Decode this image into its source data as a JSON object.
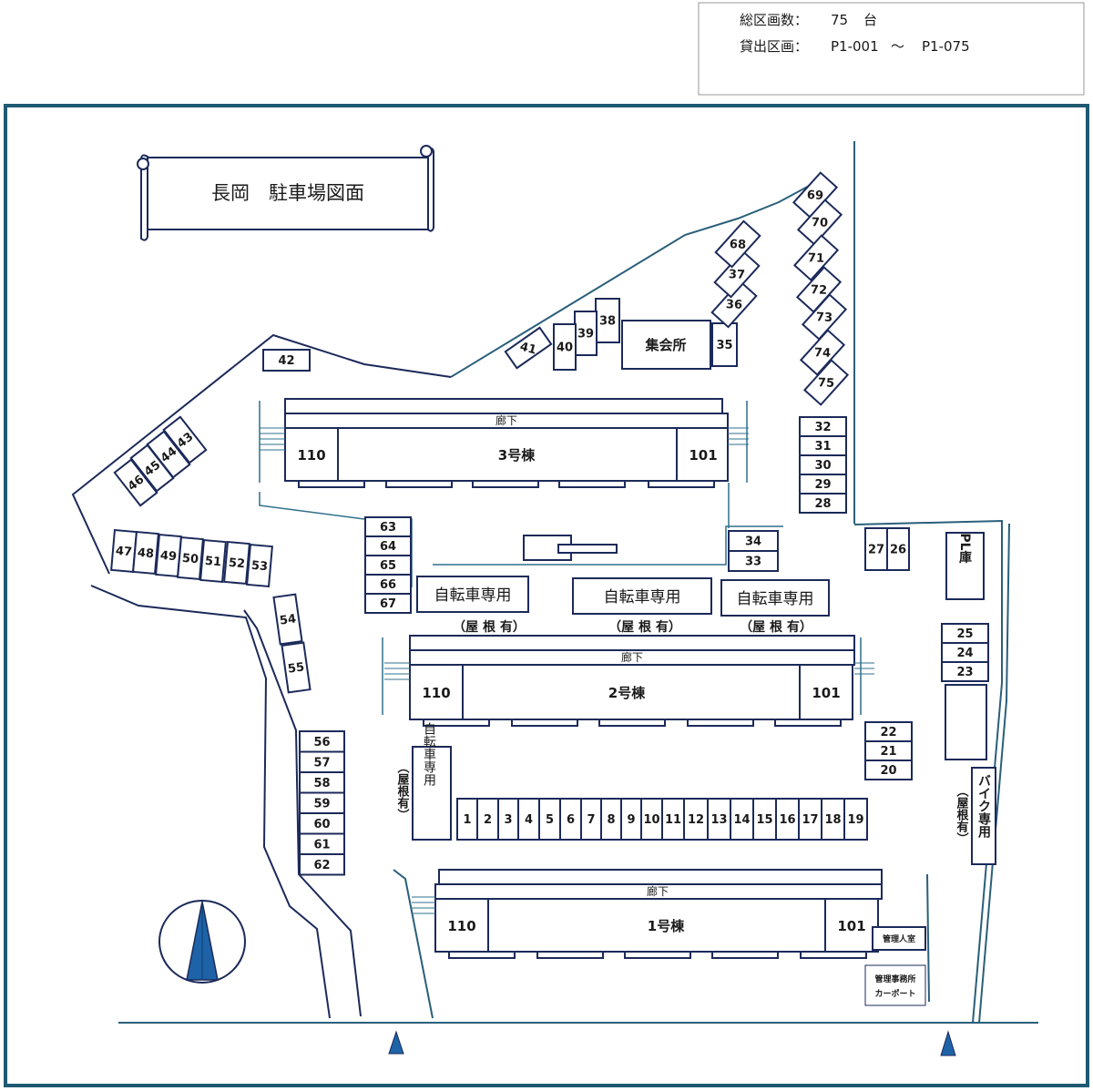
{
  "summary": {
    "total_label": "総区画数：",
    "total_value": "75",
    "total_unit": "台",
    "range_label": "貸出区画：",
    "range_start": "P1-001",
    "range_sep": "～",
    "range_end": "P1-075"
  },
  "title": "長岡　駐車場図面",
  "buildings": {
    "b3": {
      "name": "3号棟",
      "left": "110",
      "right": "101",
      "corridor": "廊下"
    },
    "b2": {
      "name": "2号棟",
      "left": "110",
      "right": "101",
      "corridor": "廊下"
    },
    "b1": {
      "name": "1号棟",
      "left": "110",
      "right": "101",
      "corridor": "廊下"
    }
  },
  "facilities": {
    "meeting": "集会所",
    "bike_a": "自転車専用",
    "bike_b": "自転車専用",
    "bike_c": "自転車専用",
    "roof_a": "（屋 根 有）",
    "roof_b": "（屋 根 有）",
    "roof_c": "（屋 根 有）",
    "bike_v": "自転車専用",
    "roof_v": "（屋根有）",
    "moto": "バイク専用",
    "roof_moto": "（屋根有）",
    "pl": "PL庫",
    "manager_room": "管理人室",
    "office_line1": "管理事務所",
    "office_line2": "カーポート"
  },
  "spots": [
    "1",
    "2",
    "3",
    "4",
    "5",
    "6",
    "7",
    "8",
    "9",
    "10",
    "11",
    "12",
    "13",
    "14",
    "15",
    "16",
    "17",
    "18",
    "19",
    "20",
    "21",
    "22",
    "23",
    "24",
    "25",
    "26",
    "27",
    "28",
    "29",
    "30",
    "31",
    "32",
    "33",
    "34",
    "35",
    "36",
    "37",
    "38",
    "39",
    "40",
    "41",
    "42",
    "43",
    "44",
    "45",
    "46",
    "47",
    "48",
    "49",
    "50",
    "51",
    "52",
    "53",
    "54",
    "55",
    "56",
    "57",
    "58",
    "59",
    "60",
    "61",
    "62",
    "63",
    "64",
    "65",
    "66",
    "67",
    "68",
    "69",
    "70",
    "71",
    "72",
    "73",
    "74",
    "75"
  ]
}
